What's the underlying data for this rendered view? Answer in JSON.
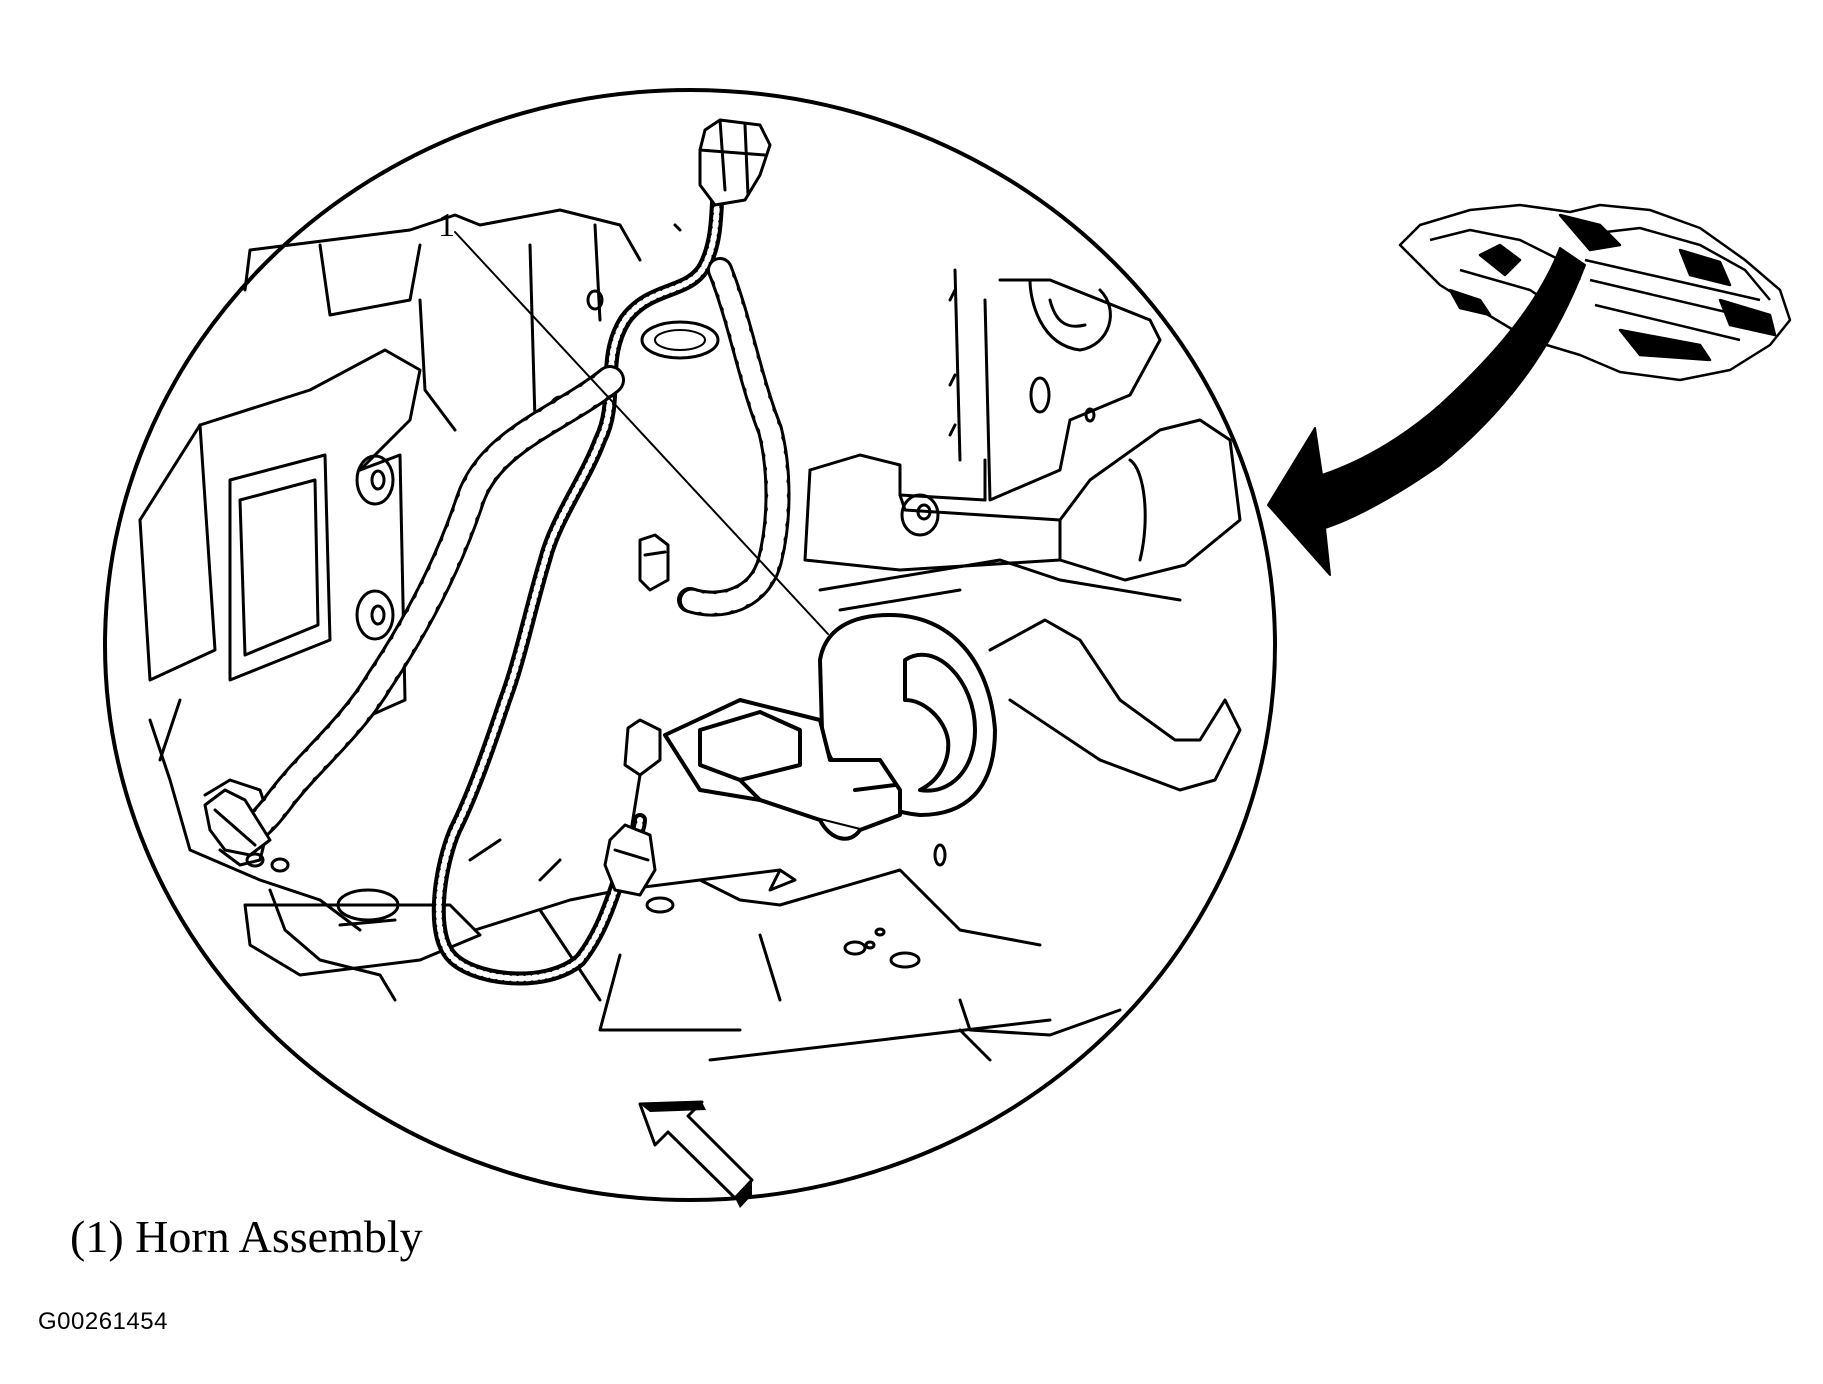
{
  "callouts": [
    {
      "number": "1",
      "part": "Horn Assembly"
    }
  ],
  "caption": "(1) Horn Assembly",
  "figure_id": "G00261454",
  "icons": [
    "vehicle-locator-icon",
    "view-direction-arrow-icon",
    "curved-pointer-arrow-icon"
  ]
}
